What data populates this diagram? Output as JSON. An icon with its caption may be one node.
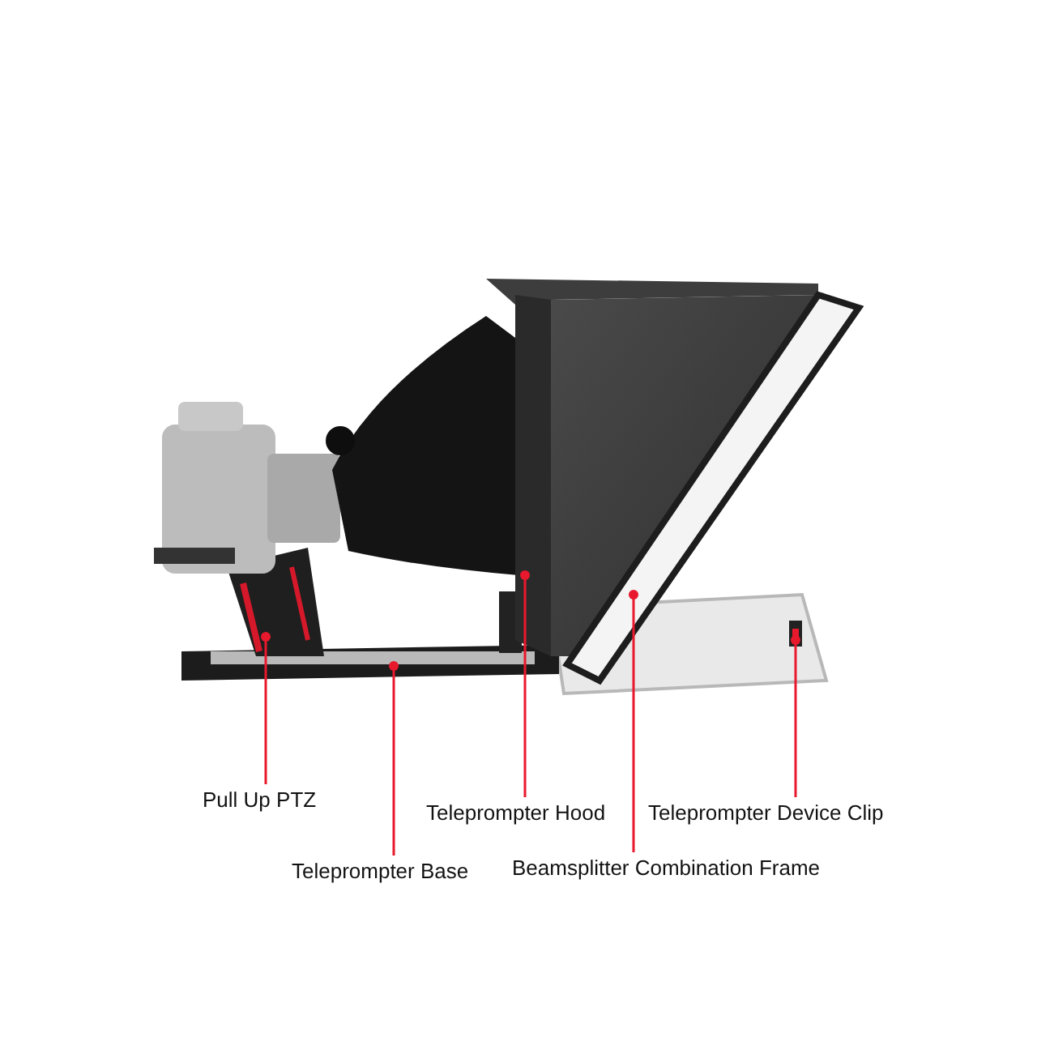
{
  "diagram": {
    "nodes": [
      {
        "text": [
          "Pull Up PTZ"
        ]
      },
      {
        "text": [
          "Teleprompter Hood"
        ]
      },
      {
        "text": [
          "Teleprompter Device Clip"
        ]
      },
      {
        "text": [
          "Teleprompter Base"
        ]
      },
      {
        "text": [
          "Beamsplitter Combination Frame"
        ]
      }
    ],
    "edges": [
      {
        "from": 0,
        "to": null,
        "arrow": "other"
      },
      {
        "from": 1,
        "to": null,
        "arrow": "other"
      },
      {
        "from": 2,
        "to": null,
        "arrow": "other"
      },
      {
        "from": 3,
        "to": null,
        "arrow": "other"
      },
      {
        "from": 4,
        "to": null,
        "arrow": "other"
      }
    ]
  }
}
